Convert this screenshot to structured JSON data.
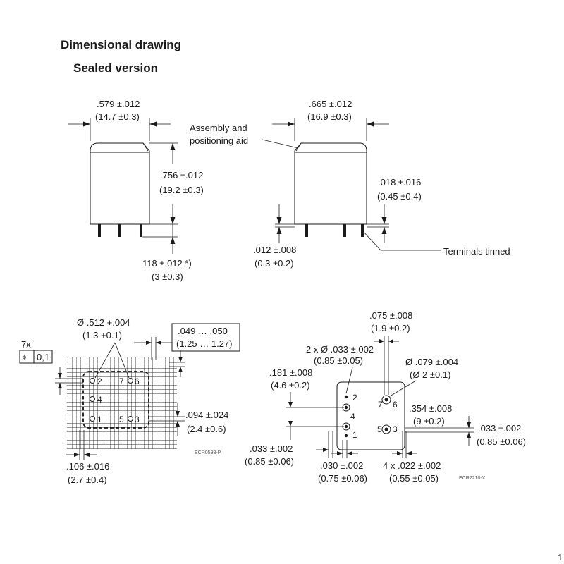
{
  "title": "Dimensional drawing",
  "subtitle": "Sealed version",
  "front_view": {
    "width_in": ".579 ±.012",
    "width_mm": "(14.7 ±0.3)",
    "height_in": ".756 ±.012",
    "height_mm": "(19.2 ±0.3)",
    "pin_in": "118 ±.012 *)",
    "pin_mm": "(3 ±0.3)"
  },
  "side_view": {
    "width_in": ".665 ±.012",
    "width_mm": "(16.9 ±0.3)",
    "aid_line1": "Assembly and",
    "aid_line2": "positioning aid",
    "gap_in": ".018 ±.016",
    "gap_mm": "(0.45 ±0.4)",
    "stand_in": ".012 ±.008",
    "stand_mm": "(0.3 ±0.2)",
    "terminals": "Terminals tinned"
  },
  "pcb_layout": {
    "hole_dia_in": "Ø .512 +.004",
    "hole_dia_mm": "(1.3 +0.1)",
    "grid_in": ".049 … .050",
    "grid_mm": "(1.25 … 1.27)",
    "position_count": "7x",
    "position_symbol": "⌖",
    "position_tol": "0,1",
    "pitch_in": ".094 ±.024",
    "pitch_mm": "(2.4 ±0.6)",
    "edge_in": ".106 ±.016",
    "edge_mm": "(2.7 ±0.4)",
    "pins": [
      "2",
      "7",
      "6",
      "4",
      "1",
      "5",
      "3"
    ],
    "code": "ECR0598-P"
  },
  "bottom_view": {
    "top_pitch_in": ".075 ±.008",
    "top_pitch_mm": "(1.9 ±0.2)",
    "hole2x_in": "2 x Ø .033 ±.002",
    "hole2x_mm": "(0.85 ±0.05)",
    "hole_big_in": "Ø .079 ±.004",
    "hole_big_mm": "(Ø 2 ±0.1)",
    "left_in": ".181 ±.008",
    "left_mm": "(4.6 ±0.2)",
    "mid_in": ".354 ±.008",
    "mid_mm": "(9 ±0.2)",
    "right_in": ".033 ±.002",
    "right_mm": "(0.85 ±0.06)",
    "bl_in": ".033 ±.002",
    "bl_mm": "(0.85 ±0.06)",
    "bm_in": ".030 ±.002",
    "bm_mm": "(0.75 ±0.06)",
    "br_in": "4 x .022 ±.002",
    "br_mm": "(0.55 ±0.05)",
    "pins": [
      "2",
      "7",
      "6",
      "4",
      "1",
      "5",
      "3"
    ],
    "code": "ECR2210-X"
  },
  "page_mark": "1"
}
